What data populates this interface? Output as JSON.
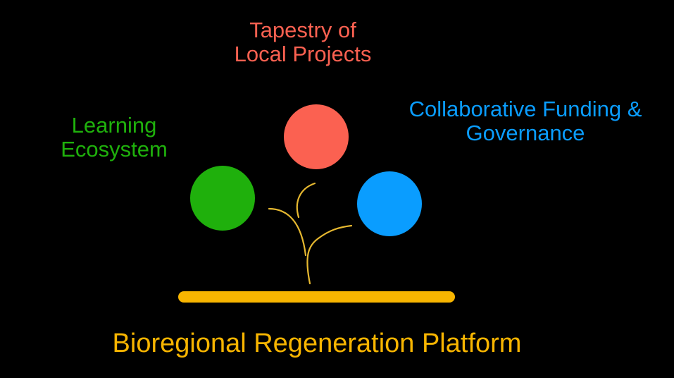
{
  "colors": {
    "background": "#000000",
    "projects": "#fb6151",
    "learning": "#1fb00c",
    "funding": "#0a9dff",
    "platform": "#f8b500",
    "stem": "#e6b830"
  },
  "nodes": {
    "projects": {
      "line1": "Tapestry of",
      "line2": "Local Projects"
    },
    "learning": {
      "line1": "Learning",
      "line2": "Ecosystem"
    },
    "funding": {
      "line1": "Collaborative Funding &",
      "line2": "Governance"
    }
  },
  "platform": {
    "title": "Bioregional Regeneration Platform"
  }
}
